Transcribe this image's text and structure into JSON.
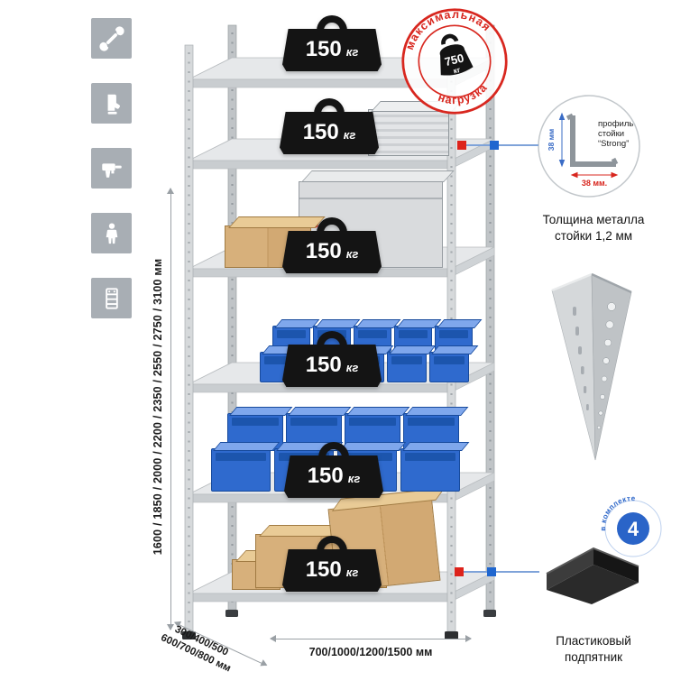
{
  "sidebar_icons": [
    {
      "name": "wrench-icon"
    },
    {
      "name": "gloves-icon"
    },
    {
      "name": "drill-icon"
    },
    {
      "name": "person-icon"
    },
    {
      "name": "rack-icon"
    }
  ],
  "dimensions": {
    "height": "1600 / 1850 / 2000 / 2200 / 2350 / 2550 / 2750 / 3100 мм",
    "depth_line1": "300/400/500",
    "depth_line2": "600/700/800 мм",
    "width": "700/1000/1200/1500 мм"
  },
  "rack": {
    "shelf_count": 6,
    "shelf_load_value": "150",
    "shelf_load_unit": "кг"
  },
  "stamp": {
    "arc_top": "максимальная",
    "arc_bottom": "нагрузка",
    "weight_value": "750",
    "weight_unit": "кг",
    "color": "#d8271f"
  },
  "profile": {
    "label_line1": "профиль",
    "label_line2": "стойки",
    "label_line3": "“Strong”",
    "dim_vertical": "38 мм",
    "dim_horizontal": "38 мм.",
    "caption_line1": "Толщина металла",
    "caption_line2": "стойки 1,2 мм"
  },
  "foot": {
    "badge_number": "4",
    "badge_arc": "в комплекте",
    "caption_line1": "Пластиковый",
    "caption_line2": "подпятник"
  },
  "colors": {
    "accent_red": "#dd231b",
    "accent_blue": "#1f66cf",
    "bin_blue": "#2f6ace",
    "metal_gray": "#d2d5d8"
  }
}
